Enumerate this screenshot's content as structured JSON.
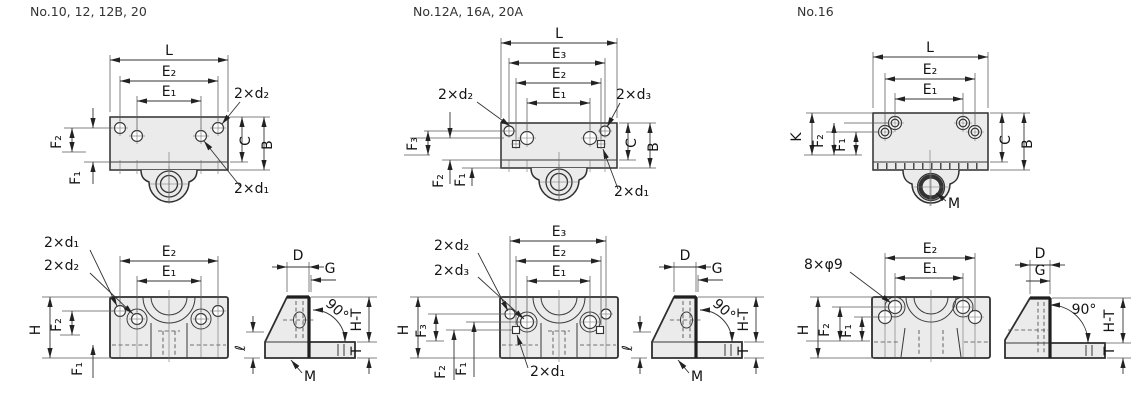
{
  "colors": {
    "line": "#3a3a3a",
    "fill": "#ebebeb",
    "background": "#ffffff",
    "text": "#141414"
  },
  "groups": [
    {
      "title": "No.10, 12, 12B, 20",
      "top": {
        "L": "L",
        "E2": "E₂",
        "E1": "E₁",
        "d2": "2×d₂",
        "d1": "2×d₁",
        "F2": "F₂",
        "F1": "F₁",
        "C": "C",
        "B": "B"
      },
      "front": {
        "d1": "2×d₁",
        "d2": "2×d₂",
        "E2": "E₂",
        "E1": "E₁",
        "H": "H",
        "F2": "F₂",
        "F1": "F₁"
      },
      "side": {
        "D": "D",
        "G": "G",
        "angle": "90°",
        "HT": "H-T",
        "T": "T",
        "l": "ℓ",
        "M": "M"
      }
    },
    {
      "title": "No.12A, 16A, 20A",
      "top": {
        "L": "L",
        "E3": "E₃",
        "E2": "E₂",
        "E1": "E₁",
        "d2": "2×d₂",
        "d3": "2×d₃",
        "d1": "2×d₁",
        "F3": "F₃",
        "F2": "F₂",
        "F1": "F₁",
        "C": "C",
        "B": "B"
      },
      "front": {
        "d2": "2×d₂",
        "d3": "2×d₃",
        "d1": "2×d₁",
        "E3": "E₃",
        "E2": "E₂",
        "E1": "E₁",
        "H": "H",
        "F3": "F₃",
        "F2": "F₂",
        "F1": "F₁"
      },
      "side": {
        "D": "D",
        "G": "G",
        "angle": "90°",
        "HT": "H-T",
        "T": "T",
        "l": "ℓ",
        "M": "M"
      }
    },
    {
      "title": "No.16",
      "top": {
        "L": "L",
        "E2": "E₂",
        "E1": "E₁",
        "K": "K",
        "F2": "F₂",
        "F1": "F₁",
        "C": "C",
        "B": "B",
        "M": "M"
      },
      "front": {
        "holes": "8×φ9",
        "E2": "E₂",
        "E1": "E₁",
        "H": "H",
        "F2": "F₂",
        "F1": "F₁"
      },
      "side": {
        "D": "D",
        "G": "G",
        "angle": "90°",
        "HT": "H-T",
        "T": "T"
      }
    }
  ]
}
